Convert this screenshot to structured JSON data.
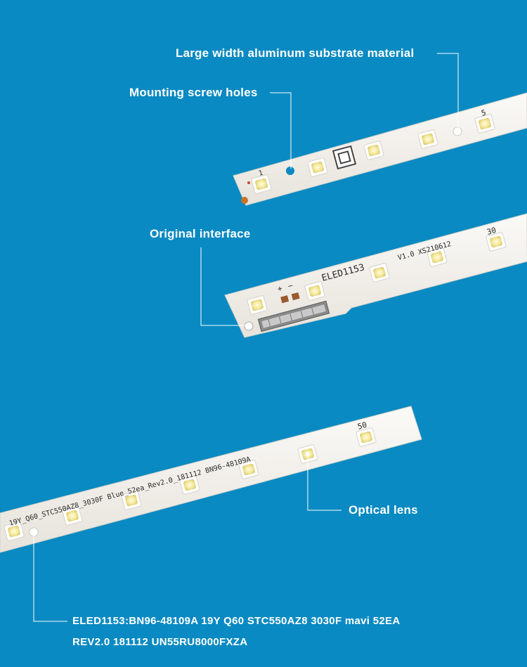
{
  "callouts": {
    "substrate": "Large width aluminum substrate material",
    "screw_holes": "Mounting screw holes",
    "interface": "Original interface",
    "lens": "Optical lens"
  },
  "caption": {
    "line1": "ELED1153:BN96-48109A 19Y Q60 STC550AZ8 3030F mavi 52EA",
    "line2": "REV2.0 181112 UN55RU8000FXZA"
  },
  "strip_markings": {
    "top_index_1": "1",
    "top_index_5": "5",
    "mid_model": "ELED1153",
    "mid_version": "V1.0  XS210612",
    "mid_index_30": "30",
    "plus": "+",
    "minus": "−",
    "bottom_code": "19Y_Q60_STC550AZ8_3030F Blue_52ea_Rev2.0_181112 BN96-48109A",
    "bottom_index_50": "50"
  },
  "colors": {
    "background": "#0a8ac2",
    "strip": "#f4f2ee",
    "led": "#f6f0b8",
    "line": "#ffffff"
  }
}
